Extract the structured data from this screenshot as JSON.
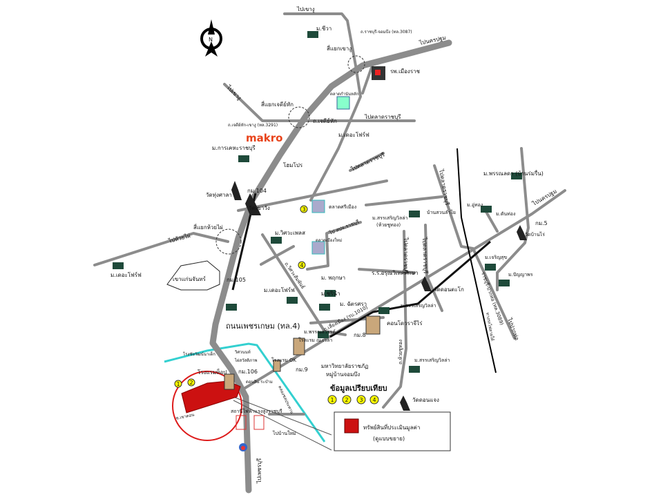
{
  "compass": {
    "label": "N"
  },
  "brand": {
    "makro": "makro"
  },
  "labels": {
    "to_chaeng_north": "ไปเขางู",
    "to_chaeng_nw": "ไปเขางู",
    "m_chiwa": "ม.ชีวา",
    "road_3087": "ถ.ราชบุรี-จอมบึง (ทล.3087)",
    "si_yaek_khao_ngu": "สี่แยกเขางู",
    "to_nakhon_pathom_1": "ไปนครปฐม",
    "hosp_mueang_rat": "รพ.เมืองราช",
    "talat_kamnan": "ตลาดกำนันหลัก",
    "si_yaek_chedi_hak": "สี่แยกเจดีย์หัก",
    "to_talat_ratchaburi_1": "ไปตลาดราชบุรี",
    "road_3291": "ถ.เจดีย์หัก-เขางู (ทล.3291)",
    "chedi_hak_road": "ถ.เจดีย์หัก",
    "m_the_office": "ม.เดอะโฟร์ฟ",
    "m_karakhet": "ม.การเคหะราชบุรี",
    "home_pro": "โฮมโปร",
    "to_talat_ratchaburi_2": "ไปตลาดราชบุรี",
    "wat_thung_sala": "วัดทุ่งศาลา",
    "km104": "กม.104",
    "wat_khao_wang": "วัดเขาวัง",
    "talat_si_mueang": "ตลาดศรีเมือง",
    "si_yaek_huai_phai": "สี่แยกห้วยไผ่",
    "to_huai_phai": "ไปห้วยไผ่",
    "m_wisawaphon": "ม.วิศวะเพลส",
    "to_sopho": "ไป สปจ.ราชบุรี",
    "talat_mueang_mai": "ตลาดเมืองใหม่",
    "m_the_office_w": "ม.เดอะโฟร์ฟ",
    "khao_nang_chan": "เขาแก่นจันทร์",
    "km105": "กม.105",
    "soi_wisit": "ถ.วิศวะสัมพันธ์",
    "m_the_office_c": "ม.เดอะโฟร์ฟ",
    "m_phrueksa": "ม. พฤกษา",
    "m_chariya": "ม.ชรินำ",
    "m_chatsara": "ม. ฉัตรศรา",
    "phetkasem": "ถนนเพชรเกษม (ทล.4)",
    "m_phornsawan": "ม.พรรณสวรรค์",
    "hotel_mp": "โรงแรม ณ.เวลา",
    "road_1010": "ถ.เลี่ยงเมือง (รบ.1010)",
    "km8": "กม.8",
    "condo": "คอนโดวราจีไร่",
    "m_sansiri_west": "ม.สรรเสริญวิลล่า",
    "m_sansiri_sub": "(ห้วยชูทอง)",
    "ban_suan": "บ้านสวนลำไย",
    "to_talat_ratchaburi_3": "ไปตลาดราชบุรี",
    "to_talat_ratchaburi_4": "ไปตลาดราชบุรี",
    "school": "ร.ร.อรุณวิเทศศึกษา",
    "wat_don_tako": "วัดดอนตะโก",
    "m_sansiri_c": "ม.สรรเสริญวิลล่า",
    "m_phanlada": "ม.พรรณลดา (บ้านร่มรื่น)",
    "to_nakhon_pathom_2": "ไปนครปฐม",
    "m_uthong": "ม.อู่ทอง",
    "m_tasin": "ม.ตันท่อง",
    "km5": "กม.5",
    "wat_ban_rai": "วัดบ้านไร่",
    "m_charoensuk": "ม.เจริญสุข",
    "m_panyaphon": "ม.ปัญญาพร",
    "rail_line": "ทางรถไฟสายใต้",
    "road_phetkasem_east": "ราชบุรี-ปากท่อ (ทล.3089)",
    "to_pak_tho": "ไปปากท่อ",
    "rot_chaiwat": "โรงชัยวัฒน์นาเด็ก",
    "wisawanon": "วิศวนนท์",
    "khai_sawadiphap": "ไผ่สวัสดิภาพ",
    "hotel_ok": "โรงแรม OK",
    "km9": "กม.9",
    "university_1": "มหาวิทยาลัยราชภัฏ",
    "university_2": "หมู่บ้านจอมบึง",
    "hotel_top": "โรงแรมท็อป",
    "km106": "กม.106",
    "don_sin": "ดอนสิน ระบำม",
    "canal_label": "คลองชลประทาน",
    "soi_khao_don": "ซ.เขาดอน",
    "station": "สถานีไฟฟ้าแรงสูงราชบุรี",
    "to_ban_mai": "ไปบ้านใหม่",
    "to_phetchaburi": "ไปเพชรบุรี",
    "hathong": "ถ.ห้วยชูทอง",
    "m_sansiri_s": "ม.สรรเสริญวิลล่า",
    "wat_don_chaeng": "วัดดอนแจง"
  },
  "comparison": {
    "title": "ข้อมูลเปรียบเทียบ",
    "markers": [
      "1",
      "2",
      "3",
      "4"
    ]
  },
  "subject_markers": [
    "1",
    "2"
  ],
  "legend": {
    "line1": "ทรัพย์สินที่ประเมินมูลค่า",
    "line2": "(ดูแบบขยาย)"
  },
  "colors": {
    "road": "#8c8c8c",
    "subject": "#cc1111",
    "canal": "#33d0d0",
    "marker": "#ffff00",
    "makro": "#e8431a"
  }
}
